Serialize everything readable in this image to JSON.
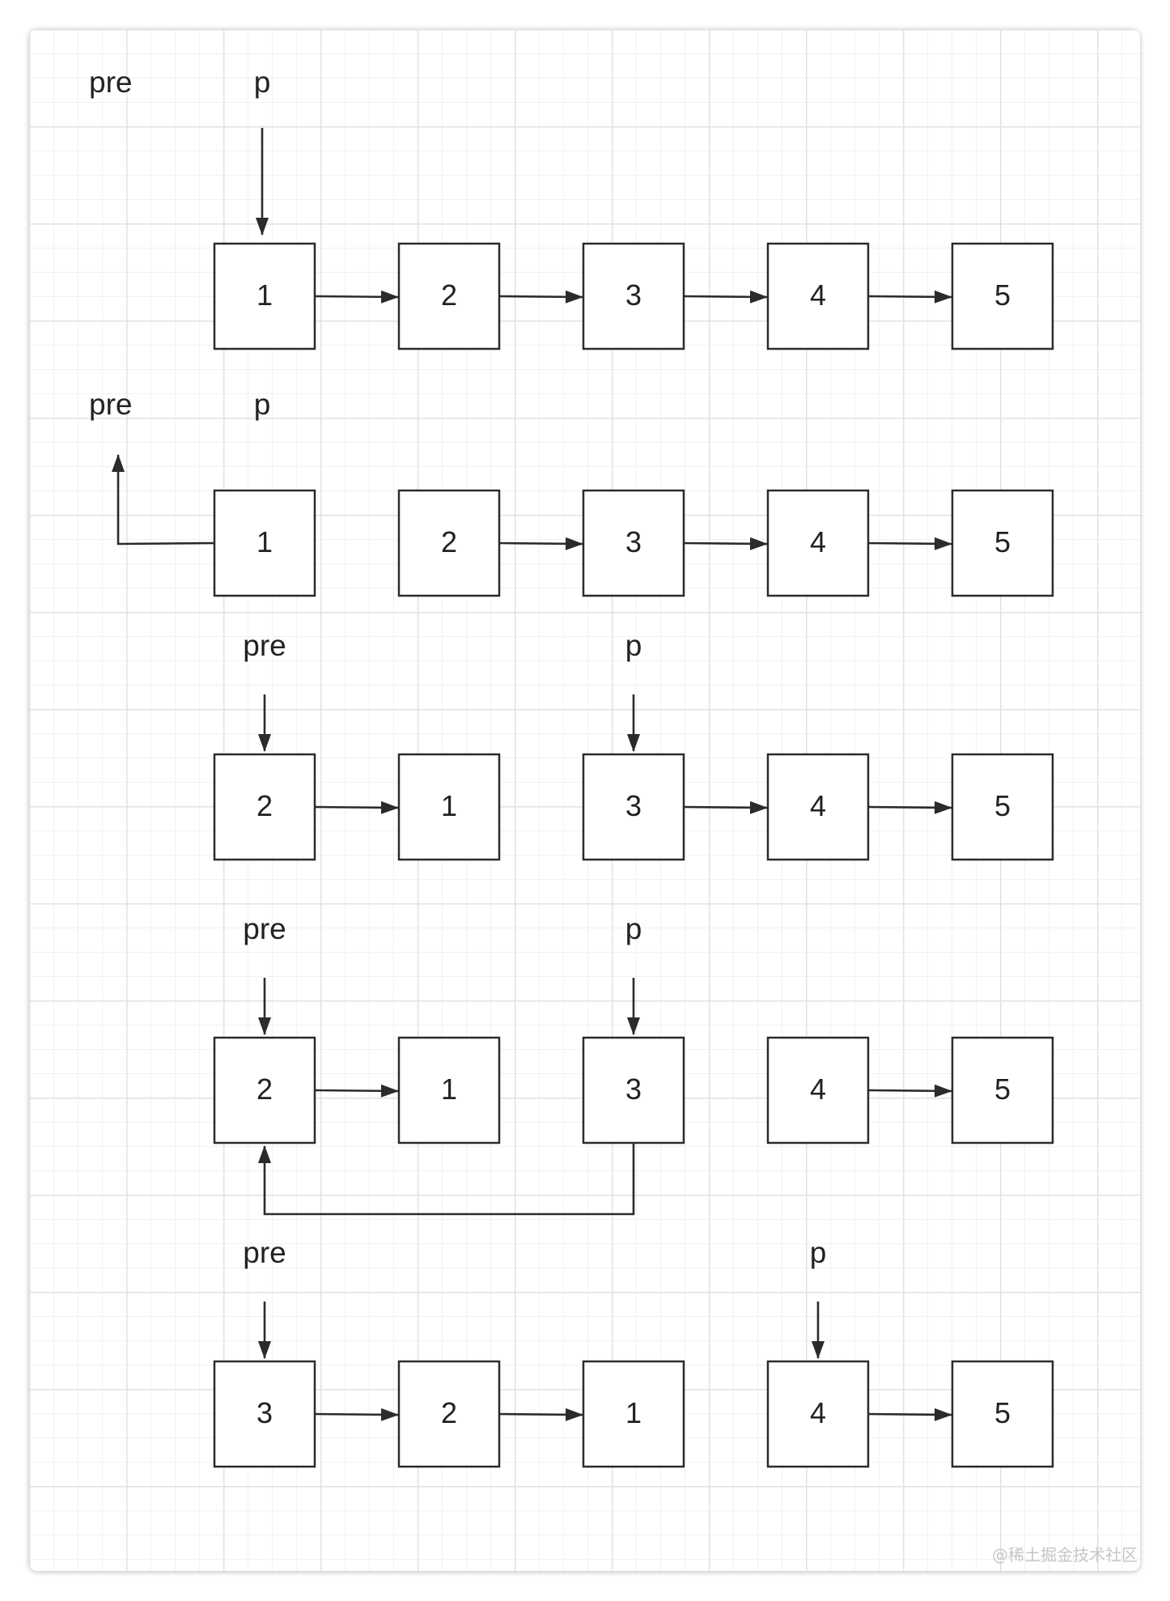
{
  "diagram": {
    "steps": [
      {
        "nodes": [
          "1",
          "2",
          "3",
          "4",
          "5"
        ],
        "pointers": {
          "pre": "pre",
          "p": "p"
        }
      },
      {
        "nodes": [
          "1",
          "2",
          "3",
          "4",
          "5"
        ],
        "pointers": {
          "pre": "pre",
          "p": "p"
        }
      },
      {
        "nodes": [
          "2",
          "1",
          "3",
          "4",
          "5"
        ],
        "pointers": {
          "pre": "pre",
          "p": "p"
        }
      },
      {
        "nodes": [
          "2",
          "1",
          "3",
          "4",
          "5"
        ],
        "pointers": {
          "pre": "pre",
          "p": "p"
        }
      },
      {
        "nodes": [
          "3",
          "2",
          "1",
          "4",
          "5"
        ],
        "pointers": {
          "pre": "pre",
          "p": "p"
        }
      }
    ]
  },
  "watermark": "@稀土掘金技术社区",
  "colors": {
    "stroke": "#2b2b2b",
    "text": "#222222",
    "grid_major": "#e2e2e2",
    "grid_minor": "#f1f1f1"
  }
}
